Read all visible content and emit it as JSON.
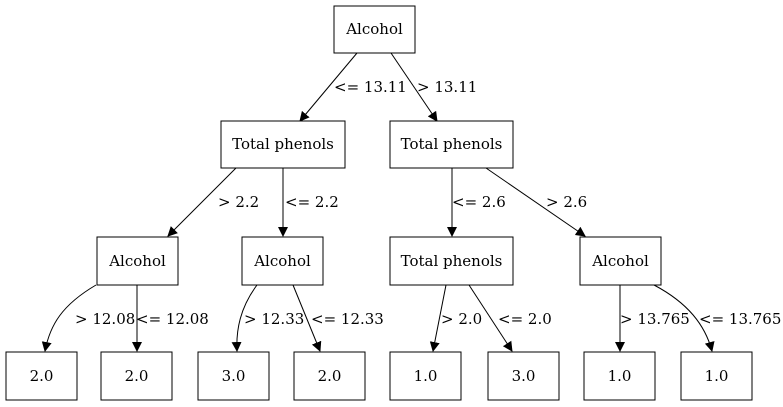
{
  "tree": {
    "nodes": {
      "root": "Alcohol",
      "l1_left": "Total phenols",
      "l1_right": "Total phenols",
      "l2_a": "Alcohol",
      "l2_b": "Alcohol",
      "l2_c": "Total phenols",
      "l2_d": "Alcohol",
      "leaf_1": "2.0",
      "leaf_2": "2.0",
      "leaf_3": "3.0",
      "leaf_4": "2.0",
      "leaf_5": "1.0",
      "leaf_6": "3.0",
      "leaf_7": "1.0",
      "leaf_8": "1.0"
    },
    "edges": {
      "root_l1_left": "<= 13.11",
      "root_l1_right": "> 13.11",
      "l1_left_l2_a": "> 2.2",
      "l1_left_l2_b": "<= 2.2",
      "l1_right_l2_c": "<= 2.6",
      "l1_right_l2_d": "> 2.6",
      "l2_a_leaf_1": "> 12.08",
      "l2_a_leaf_2": "<= 12.08",
      "l2_b_leaf_3": "> 12.33",
      "l2_b_leaf_4": "<= 12.33",
      "l2_c_leaf_5": "> 2.0",
      "l2_c_leaf_6": "<= 2.0",
      "l2_d_leaf_7": "> 13.765",
      "l2_d_leaf_8": "<= 13.765"
    }
  }
}
